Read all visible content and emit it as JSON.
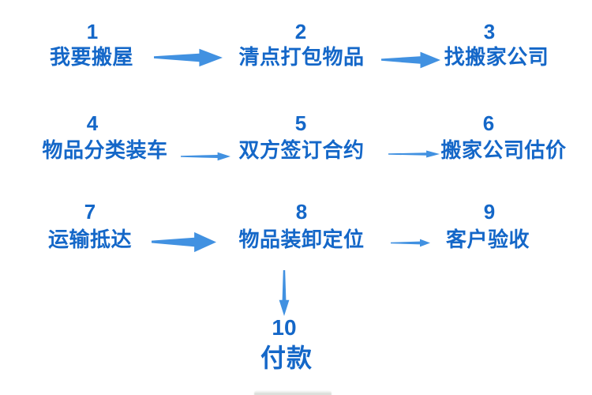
{
  "colors": {
    "step_text": "#1467c8",
    "arrow": "#4191e1"
  },
  "diagram": {
    "title": "moving-house process flow",
    "steps": [
      {
        "number": "1",
        "label": "我要搬屋"
      },
      {
        "number": "2",
        "label": "清点打包物品"
      },
      {
        "number": "3",
        "label": "找搬家公司"
      },
      {
        "number": "4",
        "label": "物品分类装车"
      },
      {
        "number": "5",
        "label": "双方签订合约"
      },
      {
        "number": "6",
        "label": "搬家公司估价"
      },
      {
        "number": "7",
        "label": "运输抵达"
      },
      {
        "number": "8",
        "label": "物品装卸定位"
      },
      {
        "number": "9",
        "label": "客户验收"
      },
      {
        "number": "10",
        "label": "付款"
      }
    ],
    "connections": [
      {
        "from": "1",
        "to": "2",
        "direction": "right"
      },
      {
        "from": "2",
        "to": "3",
        "direction": "right"
      },
      {
        "from": "4",
        "to": "5",
        "direction": "right"
      },
      {
        "from": "5",
        "to": "6",
        "direction": "right"
      },
      {
        "from": "7",
        "to": "8",
        "direction": "right"
      },
      {
        "from": "8",
        "to": "9",
        "direction": "right"
      },
      {
        "from": "8",
        "to": "10",
        "direction": "down"
      }
    ]
  }
}
